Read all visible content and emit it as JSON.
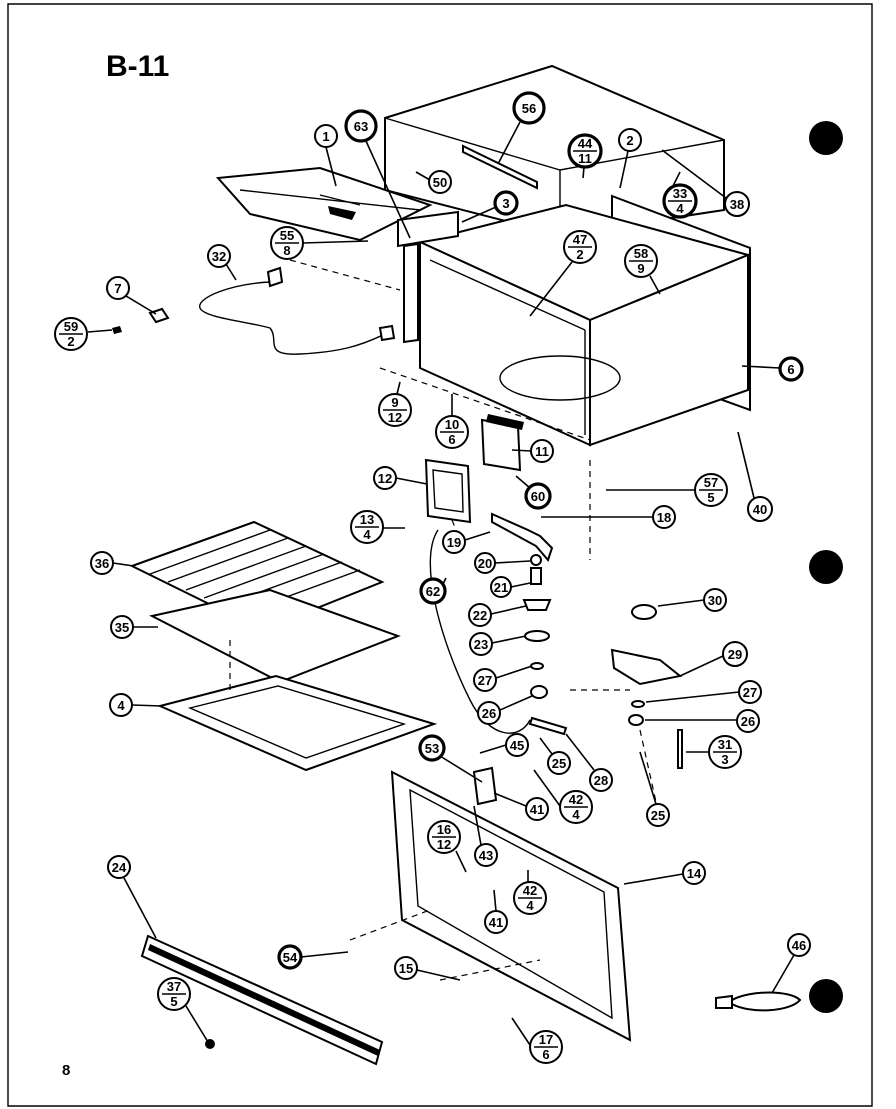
{
  "title": "B-11",
  "page_number": "8",
  "callouts": [
    {
      "id": "c1",
      "top": "1"
    },
    {
      "id": "c63",
      "top": "63"
    },
    {
      "id": "c56top",
      "top": "56"
    },
    {
      "id": "c44",
      "top": "44",
      "bottom": "11"
    },
    {
      "id": "c2",
      "top": "2"
    },
    {
      "id": "c38",
      "top": "38"
    },
    {
      "id": "c50",
      "top": "50"
    },
    {
      "id": "c33",
      "top": "33",
      "bottom": "4"
    },
    {
      "id": "c3",
      "top": "3"
    },
    {
      "id": "c55",
      "top": "55",
      "bottom": "8"
    },
    {
      "id": "c47",
      "top": "47",
      "bottom": "2"
    },
    {
      "id": "c58",
      "top": "58",
      "bottom": "9"
    },
    {
      "id": "c32",
      "top": "32"
    },
    {
      "id": "c7",
      "top": "7"
    },
    {
      "id": "c59",
      "top": "59",
      "bottom": "2"
    },
    {
      "id": "c6",
      "top": "6"
    },
    {
      "id": "c9",
      "top": "9",
      "bottom": "12"
    },
    {
      "id": "c10",
      "top": "10",
      "bottom": "6"
    },
    {
      "id": "c11",
      "top": "11"
    },
    {
      "id": "c60",
      "top": "60"
    },
    {
      "id": "c57",
      "top": "57",
      "bottom": "5"
    },
    {
      "id": "c40",
      "top": "40"
    },
    {
      "id": "c12",
      "top": "12"
    },
    {
      "id": "c18",
      "top": "18"
    },
    {
      "id": "c13",
      "top": "13",
      "bottom": "4"
    },
    {
      "id": "c19",
      "top": "19"
    },
    {
      "id": "c20",
      "top": "20"
    },
    {
      "id": "c36",
      "top": "36"
    },
    {
      "id": "c21",
      "top": "21"
    },
    {
      "id": "c62",
      "top": "62"
    },
    {
      "id": "c22",
      "top": "22"
    },
    {
      "id": "c30",
      "top": "30"
    },
    {
      "id": "c35",
      "top": "35"
    },
    {
      "id": "c23",
      "top": "23"
    },
    {
      "id": "c29",
      "top": "29"
    },
    {
      "id": "c27a",
      "top": "27"
    },
    {
      "id": "c27b",
      "top": "27"
    },
    {
      "id": "c4",
      "top": "4"
    },
    {
      "id": "c26a",
      "top": "26"
    },
    {
      "id": "c26b",
      "top": "26"
    },
    {
      "id": "c53",
      "top": "53"
    },
    {
      "id": "c45",
      "top": "45"
    },
    {
      "id": "c25a",
      "top": "25"
    },
    {
      "id": "c28",
      "top": "28"
    },
    {
      "id": "c31",
      "top": "31",
      "bottom": "3"
    },
    {
      "id": "c41a",
      "top": "41"
    },
    {
      "id": "c42a",
      "top": "42",
      "bottom": "4"
    },
    {
      "id": "c16",
      "top": "16",
      "bottom": "12"
    },
    {
      "id": "c25b",
      "top": "25"
    },
    {
      "id": "c43",
      "top": "43"
    },
    {
      "id": "c14",
      "top": "14"
    },
    {
      "id": "c24",
      "top": "24"
    },
    {
      "id": "c42b",
      "top": "42",
      "bottom": "4"
    },
    {
      "id": "c41b",
      "top": "41"
    },
    {
      "id": "c54",
      "top": "54"
    },
    {
      "id": "c46",
      "top": "46"
    },
    {
      "id": "c15",
      "top": "15"
    },
    {
      "id": "c37",
      "top": "37",
      "bottom": "5"
    },
    {
      "id": "c17",
      "top": "17",
      "bottom": "6"
    }
  ]
}
